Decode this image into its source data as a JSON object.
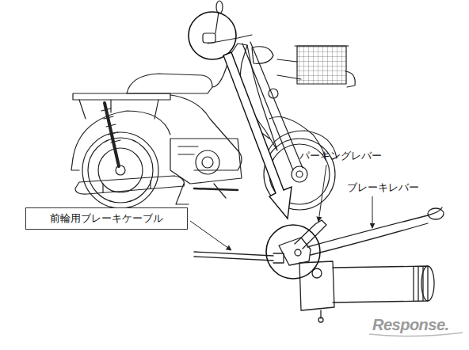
{
  "diagram": {
    "nodes": [
      {
        "text": [
          "前輪用ブレーキケーブル"
        ]
      }
    ],
    "edges": [],
    "labels": [
      "パーキングレバー",
      "ブレーキレバー",
      "Response."
    ]
  }
}
